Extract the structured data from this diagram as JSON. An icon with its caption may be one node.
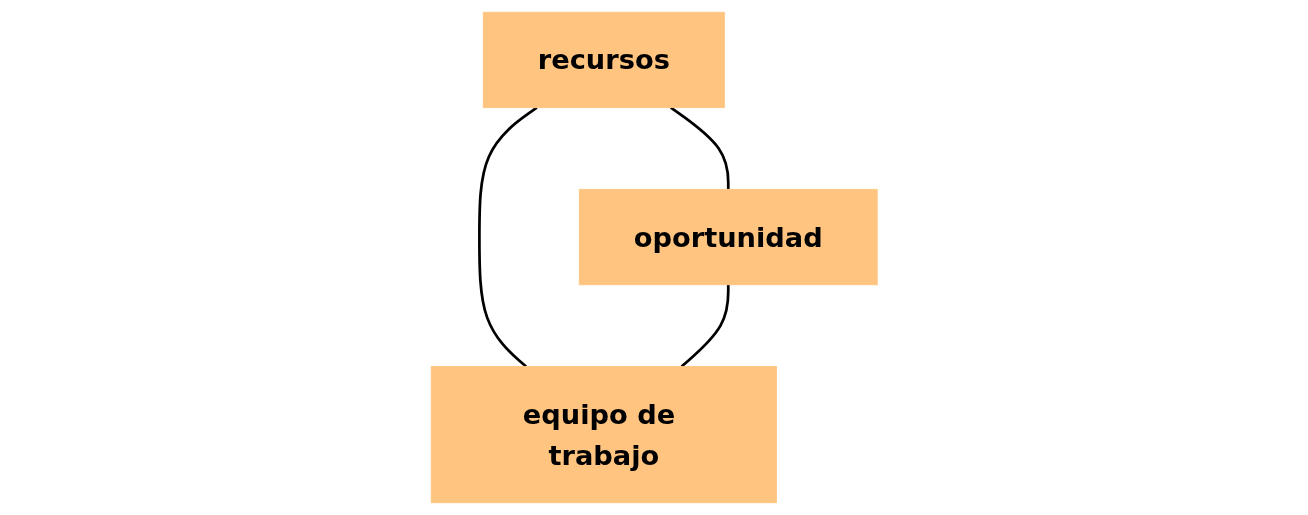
{
  "diagram": {
    "nodes": [
      {
        "text": [
          "recursos"
        ]
      },
      {
        "text": [
          "oportunidad"
        ]
      },
      {
        "text": [
          "equipo de trabajo"
        ]
      }
    ],
    "edges": [
      {
        "from": 0,
        "to": 1,
        "arrow": "none"
      },
      {
        "from": 0,
        "to": 2,
        "arrow": "none"
      },
      {
        "from": 1,
        "to": 2,
        "arrow": "none"
      }
    ]
  }
}
